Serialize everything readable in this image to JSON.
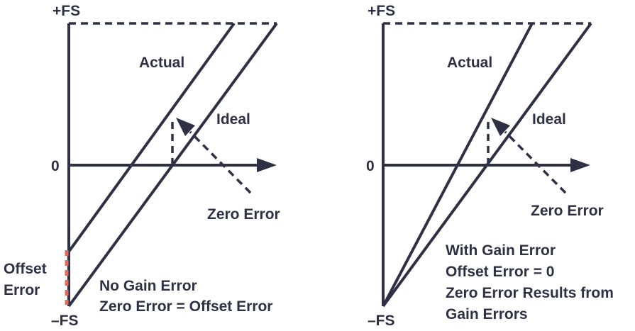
{
  "colors": {
    "ink": "#2e3144",
    "offset_marker": "#e46a5e",
    "background": "#ffffff"
  },
  "left_panel": {
    "label_plus_fs": "+FS",
    "label_zero": "0",
    "label_minus_fs": "–FS",
    "label_actual": "Actual",
    "label_ideal": "Ideal",
    "label_zero_error": "Zero Error",
    "label_offset_line1": "Offset",
    "label_offset_line2": "Error",
    "caption_line1": "No Gain Error",
    "caption_line2": "Zero Error = Offset Error"
  },
  "right_panel": {
    "label_plus_fs": "+FS",
    "label_zero": "0",
    "label_minus_fs": "–FS",
    "label_actual": "Actual",
    "label_ideal": "Ideal",
    "label_zero_error": "Zero Error",
    "caption_line1": "With Gain Error",
    "caption_line2": "Offset Error = 0",
    "caption_line3": "Zero Error Results from",
    "caption_line4": "Gain Errors"
  }
}
